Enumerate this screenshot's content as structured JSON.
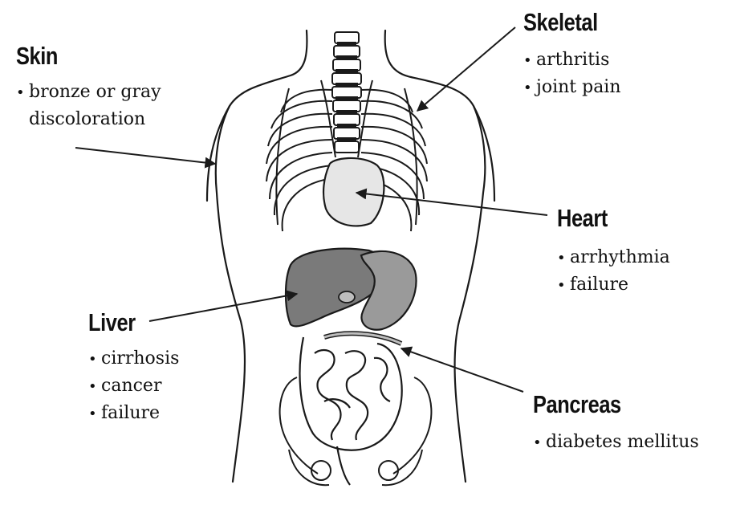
{
  "labels": {
    "skin": {
      "title": "Skin",
      "items": [
        "bronze or gray",
        "discoloration"
      ]
    },
    "skeletal": {
      "title": "Skeletal",
      "items": [
        "arthritis",
        "joint pain"
      ]
    },
    "heart": {
      "title": "Heart",
      "items": [
        "arrhythmia",
        "failure"
      ]
    },
    "liver": {
      "title": "Liver",
      "items": [
        "cirrhosis",
        "cancer",
        "failure"
      ]
    },
    "pancreas": {
      "title": "Pancreas",
      "items": [
        "diabetes mellitus"
      ]
    }
  },
  "colors": {
    "outline": "#1a1a1a",
    "liver": "#7a7a7a",
    "stomach": "#9a9a9a",
    "heart": "#e6e6e6",
    "background": "#ffffff"
  }
}
